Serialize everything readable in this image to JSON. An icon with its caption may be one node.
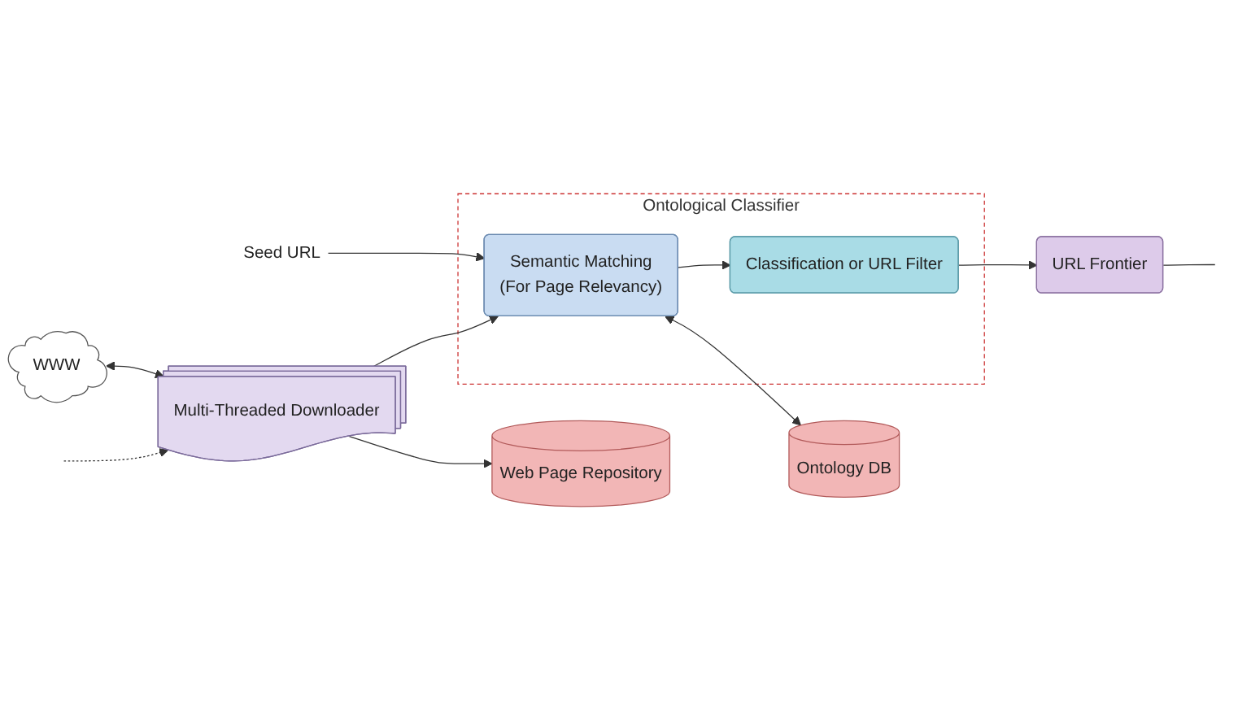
{
  "diagram": {
    "nodes": [
      {
        "text": [
          "WWW"
        ]
      },
      {
        "text": [
          "Seed URL"
        ]
      },
      {
        "text": [
          "Multi-Threaded Downloader"
        ]
      },
      {
        "text": [
          "Web Page Repository"
        ]
      },
      {
        "text": [
          "Ontological Classifier"
        ]
      },
      {
        "text": [
          "Semantic Matching",
          "(For Page Relevancy)"
        ],
        "in": 4
      },
      {
        "text": [
          "Classification or URL Filter"
        ],
        "in": 4
      },
      {
        "text": [
          "URL Frontier"
        ]
      },
      {
        "text": [
          "Ontology DB"
        ]
      }
    ],
    "edges": [
      {
        "from": 0,
        "to": 2,
        "arrow": "both"
      },
      {
        "from": 1,
        "to": 5,
        "arrow": "to"
      },
      {
        "from": 2,
        "to": 3,
        "arrow": "to"
      },
      {
        "from": 2,
        "to": 5,
        "arrow": "to"
      },
      {
        "from": 5,
        "to": 6,
        "arrow": "to"
      },
      {
        "from": 6,
        "to": 7,
        "arrow": "to"
      },
      {
        "from": 7,
        "to": null,
        "arrow": "none"
      },
      {
        "from": null,
        "to": 2,
        "arrow": "to",
        "style": "dashed"
      },
      {
        "from": 5,
        "to": 8,
        "arrow": "both"
      }
    ]
  }
}
